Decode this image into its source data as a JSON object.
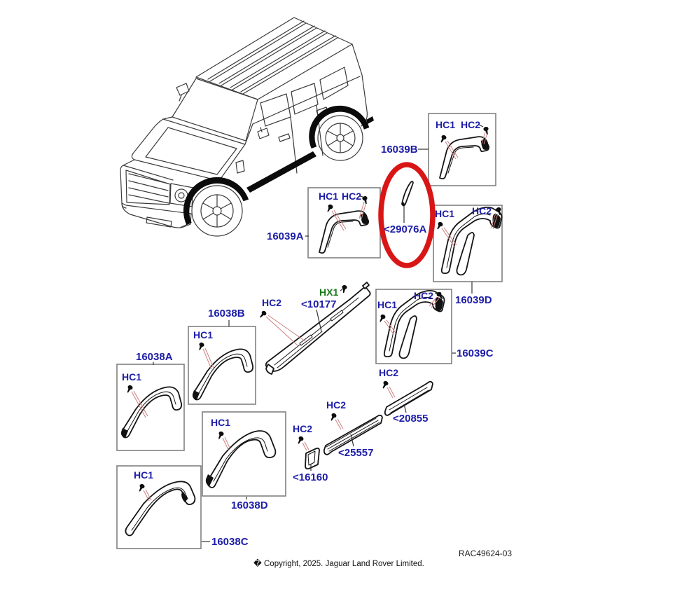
{
  "doc": {
    "copyright": "� Copyright, 2025. Jaguar Land Rover Limited.",
    "ref_number": "RAC49624-03"
  },
  "colors": {
    "part_label_blue": "#1c1ca8",
    "fastener_green": "#187818",
    "highlight_red": "#d91616",
    "leader_red": "#cc8080",
    "line_black": "#1a1a1a",
    "box_gray": "#808080"
  },
  "fastener_labels": {
    "hc1": "HC1",
    "hc2": "HC2",
    "hx1": "HX1"
  },
  "part_labels": {
    "p16039A": "16039A",
    "p16039B": "16039B",
    "p16039C": "16039C",
    "p16039D": "16039D",
    "p16038A": "16038A",
    "p16038B": "16038B",
    "p16038C": "16038C",
    "p16038D": "16038D",
    "p29076A": "<29076A",
    "p10177": "<10177",
    "p20855": "<20855",
    "p25557": "<25557",
    "p16160": "<16160"
  },
  "highlight": {
    "highlighted_part": "<29076A"
  }
}
